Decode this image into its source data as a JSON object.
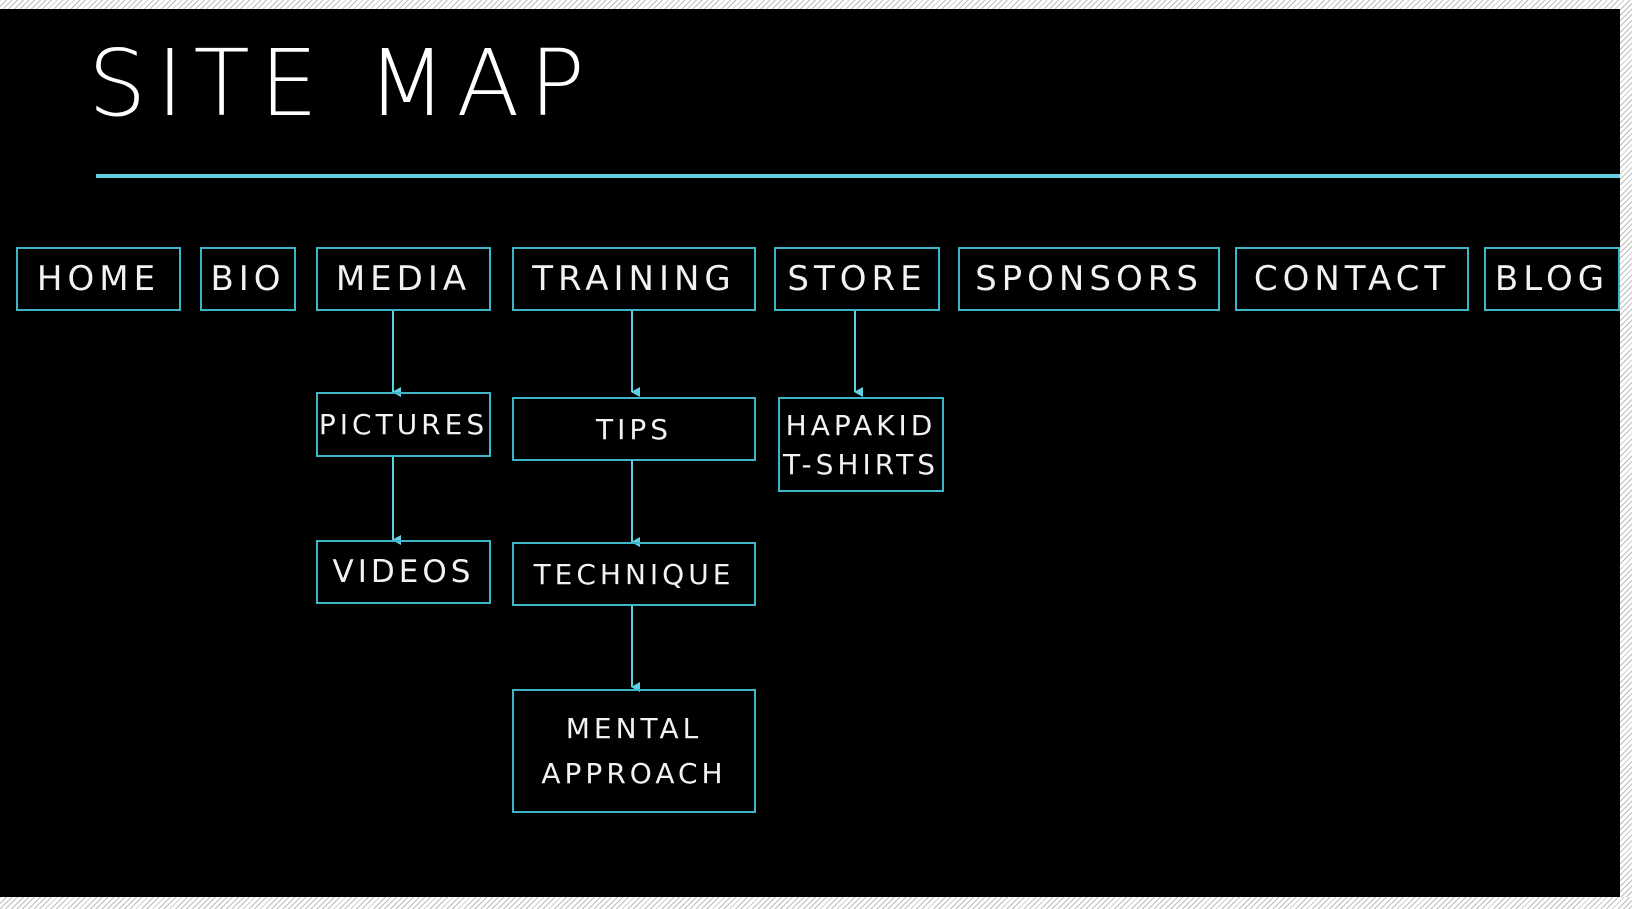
{
  "title": "SITE MAP",
  "colors": {
    "background": "#000000",
    "accent": "#5fd1e2",
    "box_border": "#3fb6c7",
    "text": "#ffffff"
  },
  "nav": {
    "home": "HOME",
    "bio": "BIO",
    "media": "MEDIA",
    "training": "TRAINING",
    "store": "STORE",
    "sponsors": "SPONSORS",
    "contact": "CONTACT",
    "blog": "BLOG"
  },
  "media_children": {
    "pictures": "PICTURES",
    "videos": "VIDEOS"
  },
  "training_children": {
    "tips": "TIPS",
    "technique": "TECHNIQUE",
    "mental_approach": [
      "MENTAL",
      "APPROACH"
    ]
  },
  "store_children": {
    "hapakid_tshirts": [
      "HAPAKID",
      "T-SHIRTS"
    ]
  },
  "connections": [
    [
      "MEDIA",
      "PICTURES"
    ],
    [
      "PICTURES",
      "VIDEOS"
    ],
    [
      "TRAINING",
      "TIPS"
    ],
    [
      "TIPS",
      "TECHNIQUE"
    ],
    [
      "TECHNIQUE",
      "MENTAL APPROACH"
    ],
    [
      "STORE",
      "HAPAKID T-SHIRTS"
    ]
  ]
}
